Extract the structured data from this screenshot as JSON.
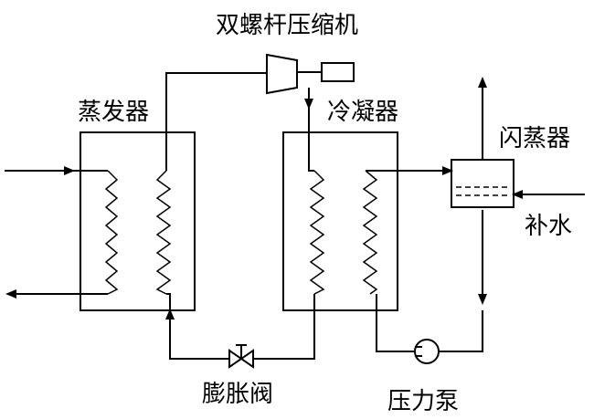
{
  "labels": {
    "compressor": "双螺杆压缩机",
    "evaporator": "蒸发器",
    "condenser": "冷凝器",
    "flash_tank": "闪蒸器",
    "makeup_water": "补水",
    "expansion_valve": "膨胀阀",
    "pump": "压力泵"
  },
  "colors": {
    "line": "#000000",
    "background": "#ffffff"
  }
}
